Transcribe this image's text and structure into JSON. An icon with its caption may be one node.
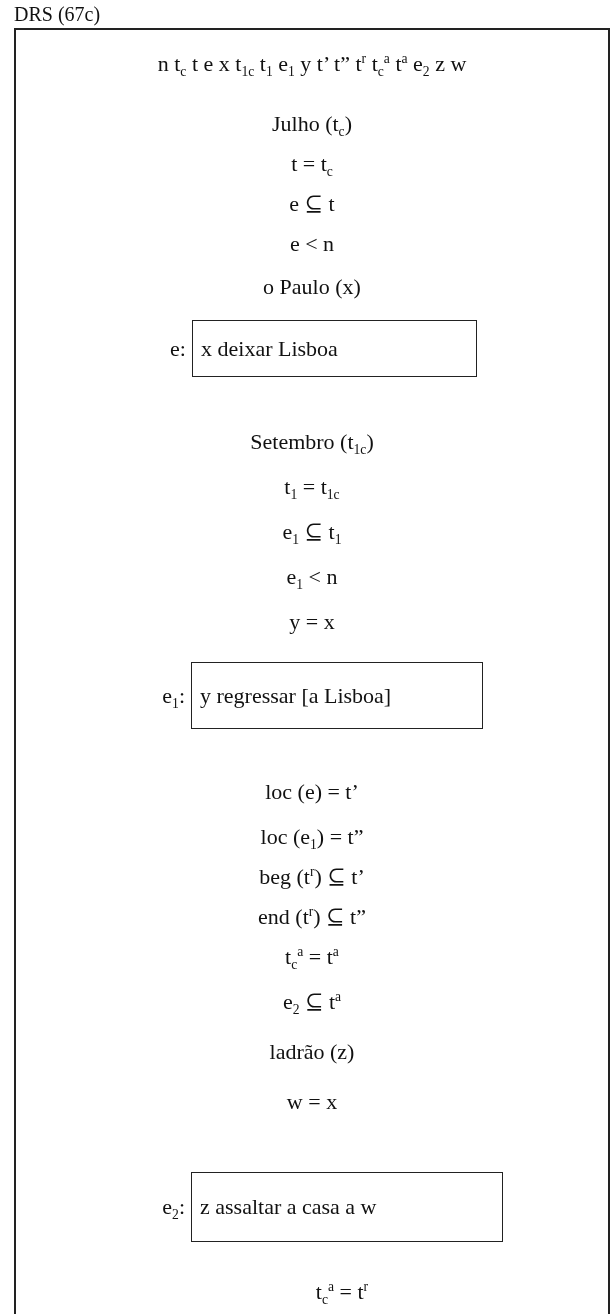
{
  "diagram": {
    "title": "DRS (67c)",
    "nodes": [
      {
        "text": [
          "n t$_{c}$ t e x t$_{1c}$ t$_{1}$ e$_{1}$ y t’ t” t$^{r}$ t$_{c}$$^{a}$ t$^{a}$ e$_{2}$ z w",
          "Julho (t$_{c}$)",
          "t = t$_{c}$",
          "e ⊆ t",
          "e < n",
          "o Paulo (x)",
          "Setembro (t$_{1c}$)",
          "t$_{1}$ = t$_{1c}$",
          "e$_{1}$ ⊆ t$_{1}$",
          "e$_{1}$ < n",
          "y = x",
          "loc (e) = t’",
          "loc (e$_{1}$) = t”",
          "beg (t$^{r}$) ⊆ t’",
          "end (t$^{r}$) ⊆ t”",
          "t$_{c}$$^{a}$ = t$^{a}$",
          "e$_{2}$ ⊆ t$^{a}$",
          "ladrão (z)",
          "w = x",
          "t$_{c}$$^{a}$ = t$^{r}$"
        ]
      },
      {
        "text": [
          "x deixar Lisboa"
        ],
        "in": 0,
        "beside": [
          "e:"
        ]
      },
      {
        "text": [
          "y regressar [a Lisboa]"
        ],
        "in": 0,
        "beside": [
          "e$_{1}$:"
        ]
      },
      {
        "text": [
          "z assaltar a casa a w"
        ],
        "in": 0,
        "beside": [
          "e$_{2}$:"
        ]
      }
    ],
    "edges": []
  }
}
